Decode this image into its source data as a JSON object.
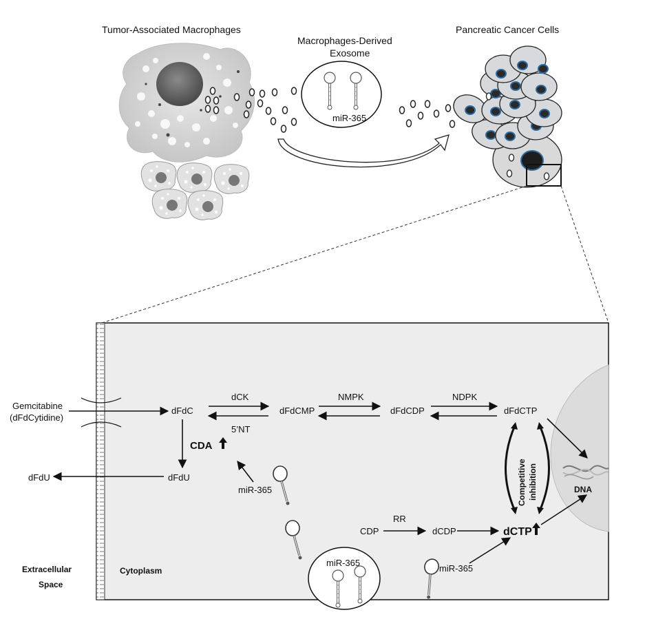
{
  "top": {
    "tam_title": "Tumor-Associated Macrophages",
    "exosome_title_line1": "Macrophages-Derived",
    "exosome_title_line2": "Exosome",
    "exosome_mirna": "miR-365",
    "cancer_title": "Pancreatic Cancer Cells"
  },
  "pathway": {
    "gemcitabine_line1": "Gemcitabine",
    "gemcitabine_line2": "(dFdCytidine)",
    "dfdc": "dFdC",
    "dck": "dCK",
    "five_nt": "5’NT",
    "dfdcmp": "dFdCMP",
    "nmpk": "NMPK",
    "dfdcdp": "dFdCDP",
    "ndpk": "NDPK",
    "dfdctp": "dFdCTP",
    "cda": "CDA",
    "dfdu_inner": "dFdU",
    "dfdu_outer": "dFdU",
    "mir365_left": "miR-365",
    "cdp": "CDP",
    "rr": "RR",
    "dcdp": "dCDP",
    "dctp": "dCTP",
    "mir365_right": "miR-365",
    "competitive_line1": "Competitive",
    "competitive_line2": "inhibition",
    "dna": "DNA",
    "exosome_mirna": "miR-365"
  },
  "regions": {
    "extracellular_line1": "Extracellular",
    "extracellular_line2": "Space",
    "cytoplasm": "Cytoplasm"
  },
  "colors": {
    "cell_fill": "#ededed",
    "nucleus_fill": "#dcdcdc",
    "cancer_cell_fill": "#d7d9dc",
    "cancer_nucleus": "#1f4e79",
    "macrophage_fill": "#d9d9d9",
    "macrophage_nucleus": "#6f6f6f"
  }
}
